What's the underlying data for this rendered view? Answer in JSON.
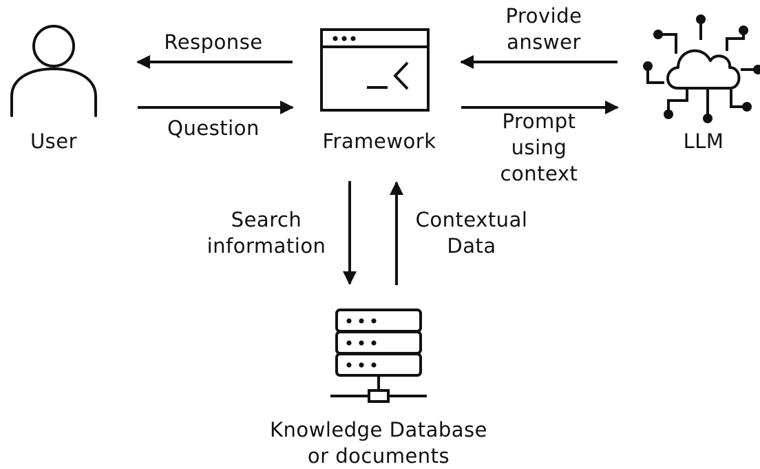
{
  "nodes": {
    "user": {
      "label": "User",
      "icon": "user-icon"
    },
    "framework": {
      "label": "Framework",
      "icon": "terminal-window-icon"
    },
    "llm": {
      "label": "LLM",
      "icon": "cloud-network-icon"
    },
    "knowledge_base": {
      "label_line1": "Knowledge Database",
      "label_line2": "or documents",
      "icon": "server-database-icon"
    }
  },
  "edges": {
    "response": {
      "label": "Response",
      "from": "Framework",
      "to": "User"
    },
    "question": {
      "label": "Question",
      "from": "User",
      "to": "Framework"
    },
    "provide_answer": {
      "label_line1": "Provide",
      "label_line2": "answer",
      "from": "LLM",
      "to": "Framework"
    },
    "prompt": {
      "label_line1": "Prompt",
      "label_line2": "using",
      "label_line3": "context",
      "from": "Framework",
      "to": "LLM"
    },
    "search": {
      "label_line1": "Search",
      "label_line2": "information",
      "from": "Framework",
      "to": "Knowledge Database"
    },
    "contextual": {
      "label_line1": "Contextual",
      "label_line2": "Data",
      "from": "Knowledge Database",
      "to": "Framework"
    }
  },
  "colors": {
    "ink": "#111111",
    "background": "#ffffff"
  }
}
